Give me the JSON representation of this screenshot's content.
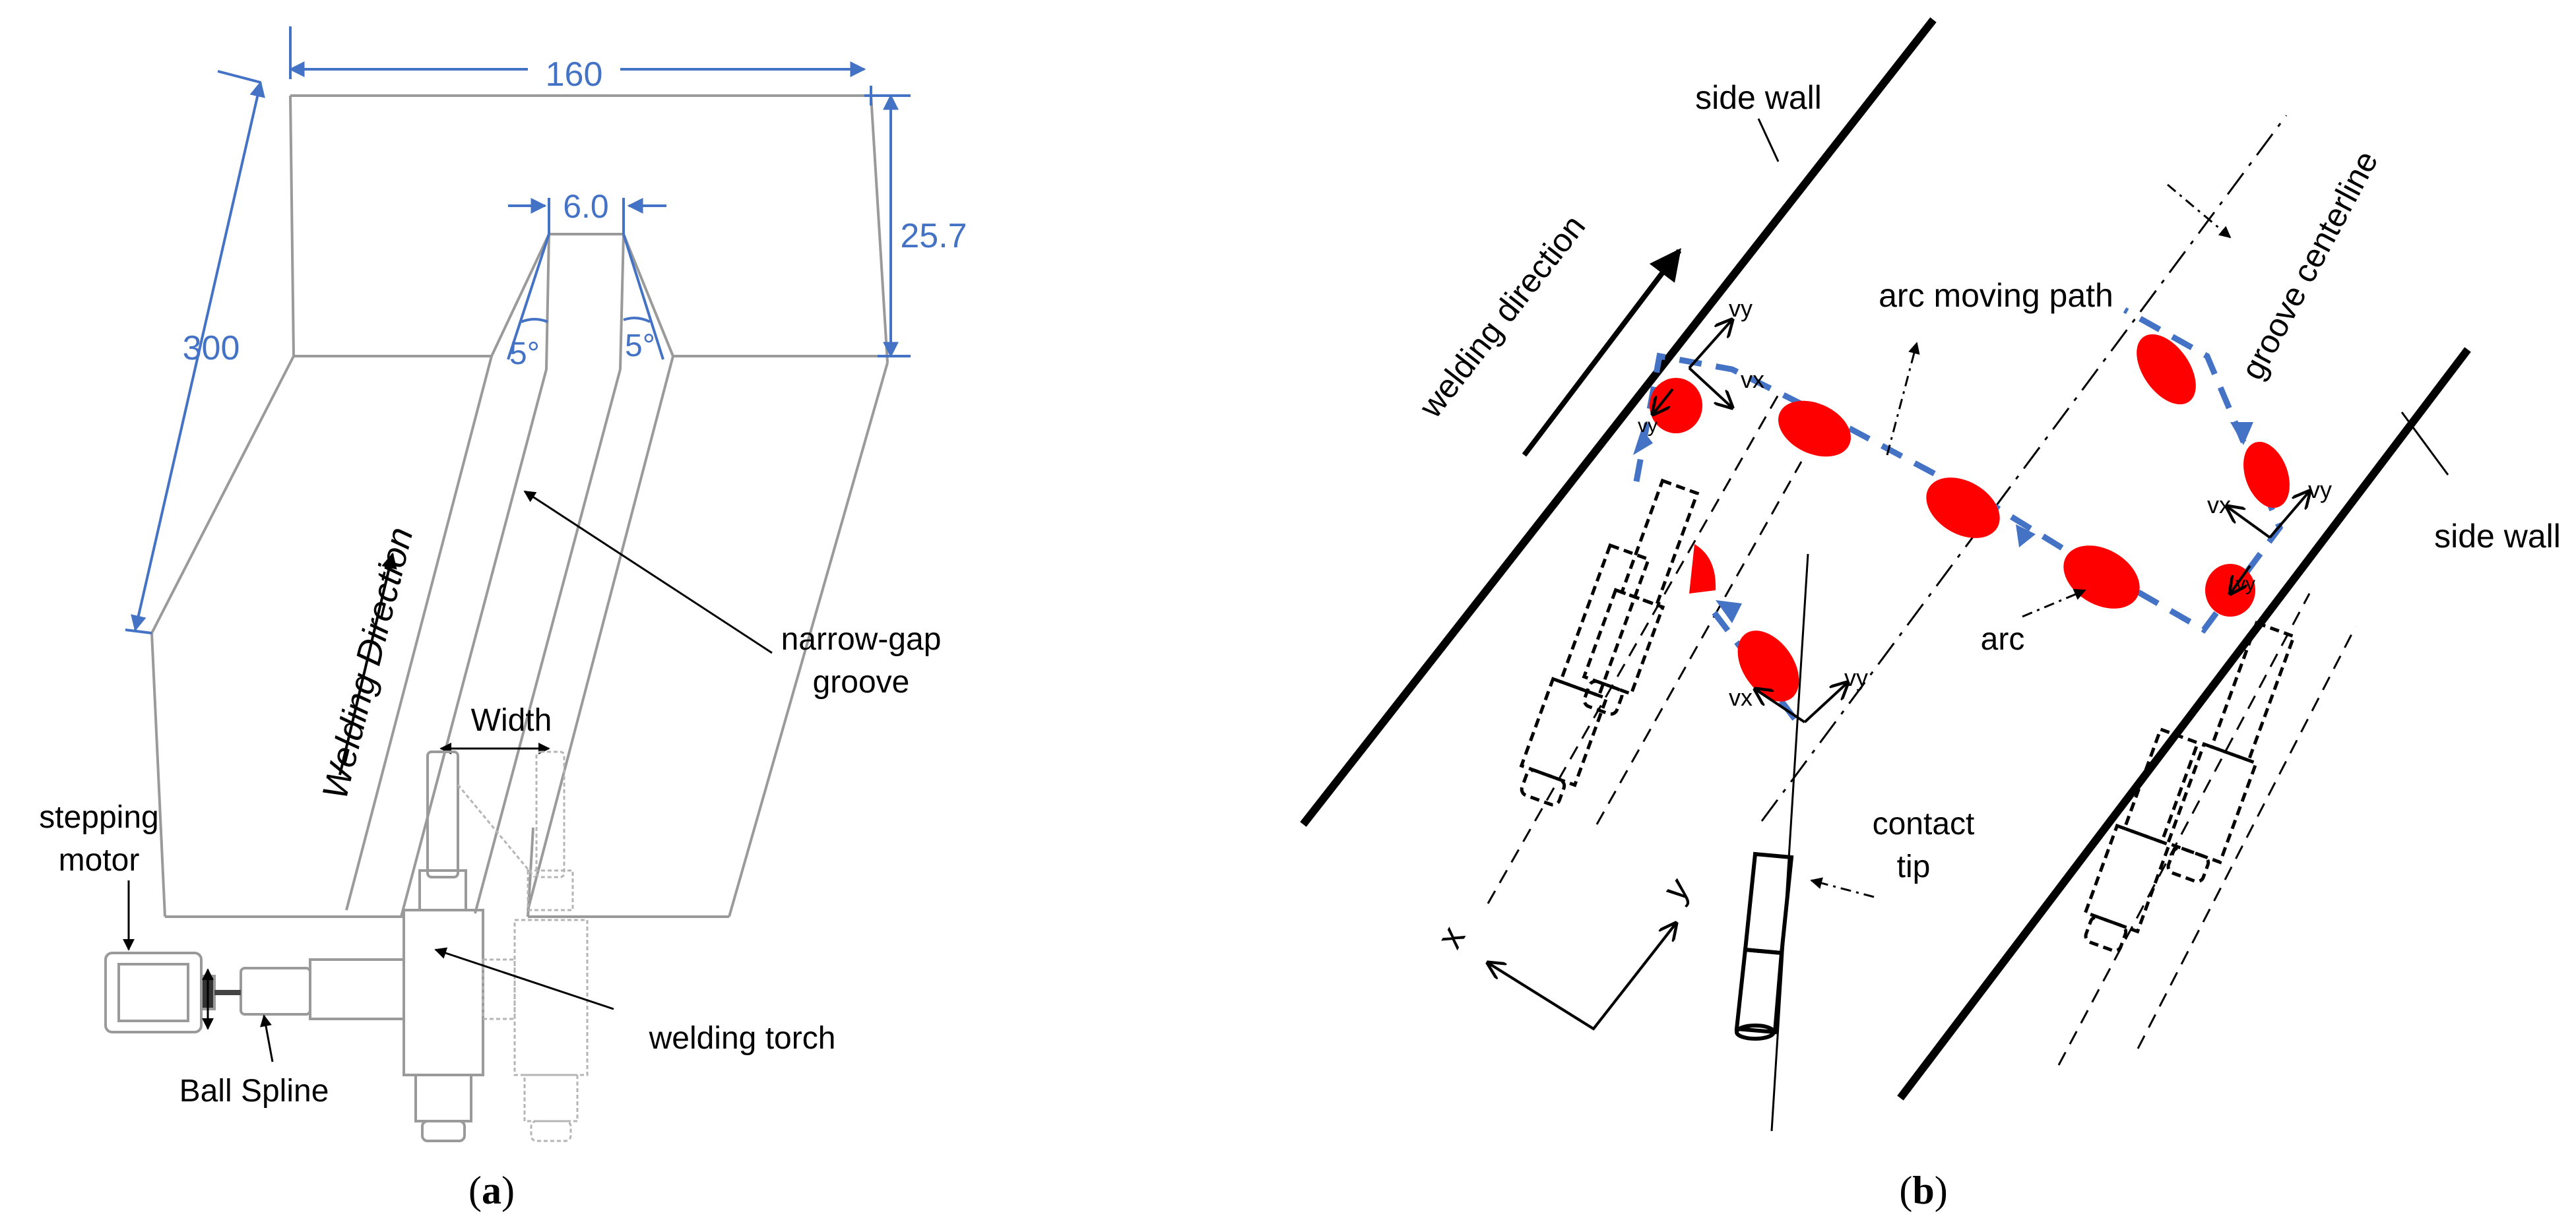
{
  "panel_a": {
    "caption_open": "(",
    "caption_letter": "a",
    "caption_close": ")",
    "dimensions": {
      "width_160": "160",
      "height_300": "300",
      "depth_25_7": "25.7",
      "gap_6_0": "6.0",
      "angle_left": "5°",
      "angle_right": "5°"
    },
    "labels": {
      "welding_direction": "Welding Direction",
      "narrow_gap_1": "narrow-gap",
      "narrow_gap_2": "groove",
      "width": "Width",
      "stepping_1": "stepping",
      "stepping_2": "motor",
      "ball_spline": "Ball Spline",
      "welding_torch": "welding torch"
    },
    "colors": {
      "dimension": "#4472c4",
      "outline": "#9a9a9a"
    }
  },
  "panel_b": {
    "caption_open": "(",
    "caption_letter": "b",
    "caption_close": ")",
    "labels": {
      "side_wall_top": "side wall",
      "side_wall_right": "side wall",
      "welding_direction": "welding direction",
      "arc_moving_path": "arc moving path",
      "groove_centerline": "groove centerline",
      "arc": "arc",
      "contact_1": "contact",
      "contact_2": "tip",
      "axis_x": "x",
      "axis_y": "y"
    },
    "velocity_labels": {
      "vy_1": "vy",
      "vx_1": "vx",
      "vy_2": "vy",
      "vy_3": "vy",
      "vx_3": "vx",
      "vx_4": "vx",
      "vy_4": "vy",
      "vy_5": "vy"
    },
    "colors": {
      "arc": "#ff0000",
      "path": "#4472c4",
      "wall": "#000000"
    }
  }
}
